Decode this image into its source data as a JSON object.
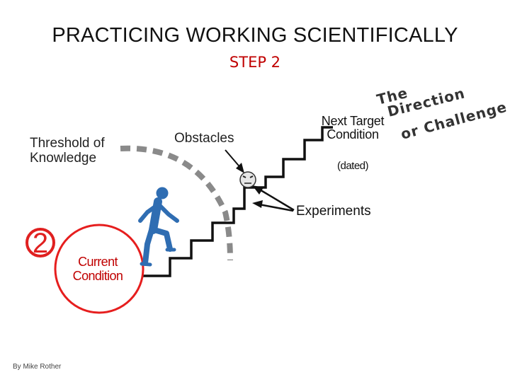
{
  "header": {
    "title": "PRACTICING WORKING SCIENTIFICALLY",
    "step": "STEP 2"
  },
  "labels": {
    "threshold": "Threshold of Knowledge",
    "obstacles": "Obstacles",
    "next_target": "Next Target Condition",
    "dated": "(dated)",
    "experiments": "Experiments",
    "current": "Current Condition",
    "step_number": "2"
  },
  "direction_text": {
    "line1": "The",
    "line2": "Direction",
    "line3": "or Challenge"
  },
  "credit": "By Mike Rother",
  "colors": {
    "accent_red": "#c00000",
    "figure_blue": "#2f6db2",
    "dashed_gray": "#8a8a8a",
    "stairs": "#111111"
  },
  "icons": [
    "stick-figure-icon",
    "obstacle-face-icon",
    "circled-two-icon"
  ]
}
